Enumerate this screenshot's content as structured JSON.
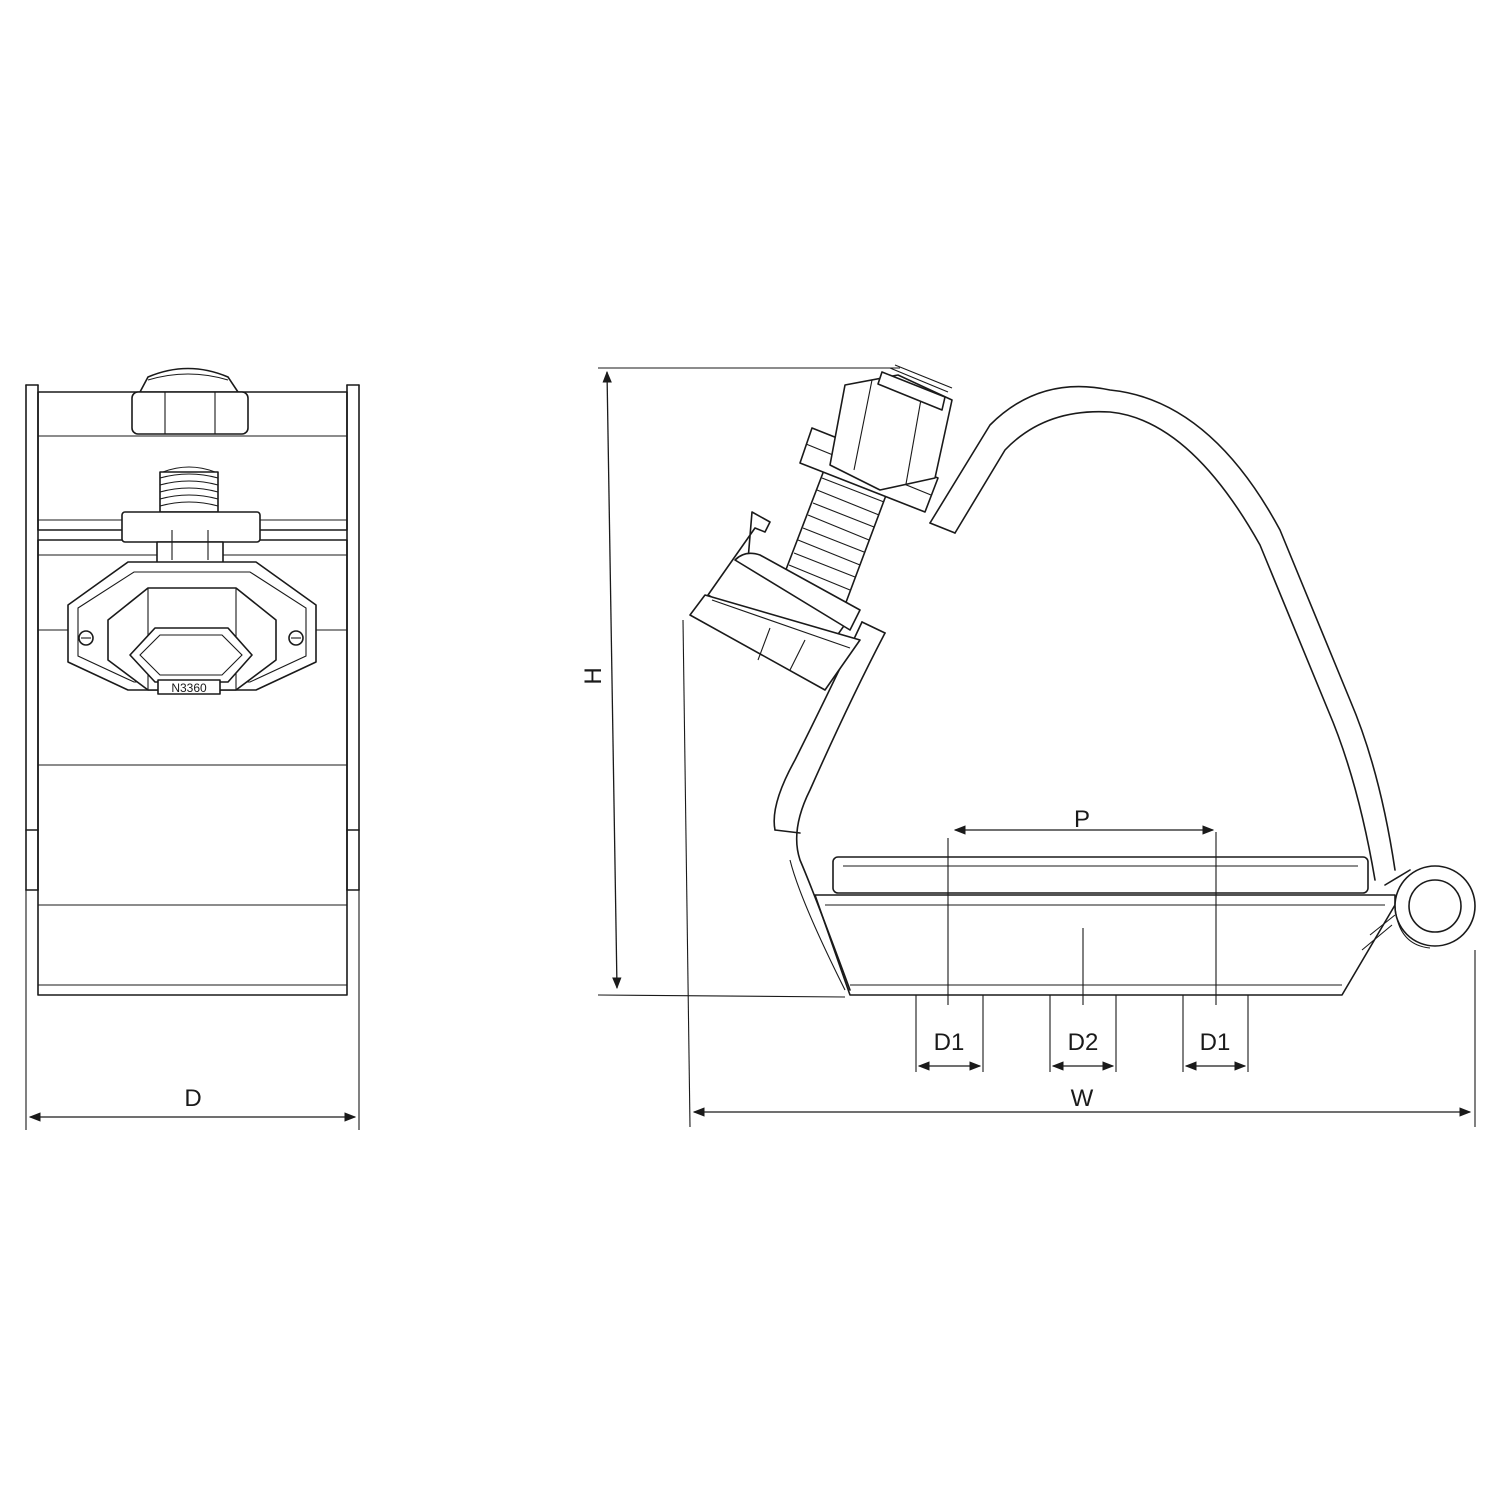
{
  "front_view": {
    "dimension_depth_label": "D",
    "part_stamp": "N3360"
  },
  "side_view": {
    "dimension_height_label": "H",
    "dimension_width_label": "W",
    "dimension_pitch_label": "P",
    "dimension_outer_cable_left_label": "D1",
    "dimension_center_cable_label": "D2",
    "dimension_outer_cable_right_label": "D1"
  },
  "colors": {
    "line": "#1a1a1a",
    "background": "#ffffff"
  }
}
